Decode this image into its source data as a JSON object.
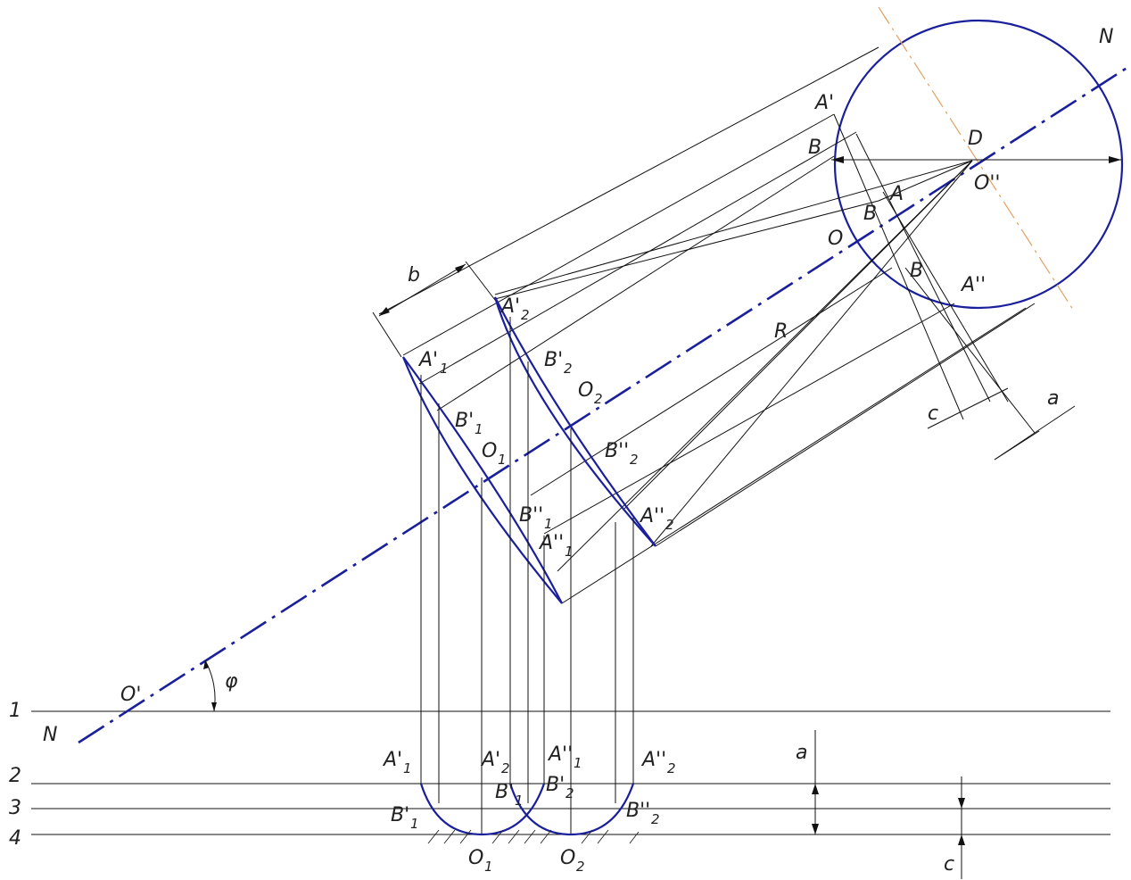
{
  "labels": {
    "n_top": "N",
    "n_bottom": "N",
    "d": "D",
    "o_dprime": "O''",
    "a_prime": "A'",
    "b_top": "B",
    "a_mid": "A",
    "b_mid": "B",
    "o_circle": "O",
    "b_low": "B",
    "a_dprime": "A''",
    "b_dim": "b",
    "r": "R",
    "a_dim_top": "a",
    "c_dim_top": "c",
    "a1p": "A'",
    "b1p": "B'",
    "o1": "O",
    "a2p": "A'",
    "b2p": "B'",
    "o2": "O",
    "b2pp": "B''",
    "b1pp": "B''",
    "a1pp": "A''",
    "a2pp": "A''",
    "o_prime": "O'",
    "phi": "φ",
    "sub1": "1",
    "sub2": "2",
    "line1": "1",
    "line2": "2",
    "line3": "3",
    "line4": "4",
    "bot_a1p": "A'",
    "bot_a2p": "A'",
    "bot_a1pp": "A''",
    "bot_a2pp": "A''",
    "bot_b1p": "B'",
    "bot_b1p_mid": "B'",
    "bot_b2p": "B'",
    "bot_b2pp": "B''",
    "bot_o1": "O",
    "bot_o2": "O",
    "a_dim_bottom": "a",
    "c_dim_bottom": "c"
  },
  "colors": {
    "construction": "#111111",
    "profile": "#1a1f9c",
    "centerline": "#e0a060"
  }
}
